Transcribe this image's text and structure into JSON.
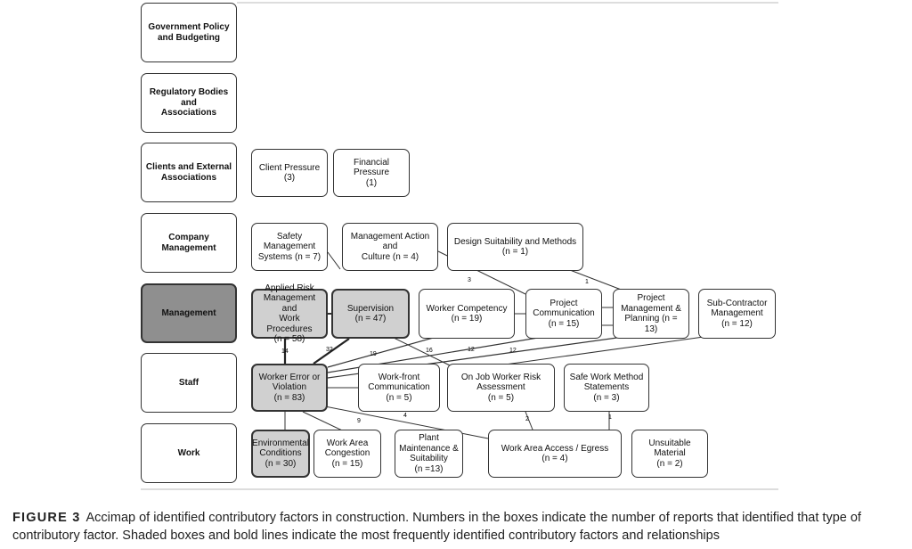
{
  "levels": [
    {
      "name": "Government Policy and Budgeting",
      "label": "Government Policy\nand Budgeting"
    },
    {
      "name": "Regulatory Bodies and Associations",
      "label": "Regulatory Bodies and\nAssociations"
    },
    {
      "name": "Clients and External Associations",
      "label": "Clients and External\nAssociations"
    },
    {
      "name": "Company Management",
      "label": "Company Management"
    },
    {
      "name": "Management",
      "label": "Management"
    },
    {
      "name": "Staff",
      "label": "Staff"
    },
    {
      "name": "Work",
      "label": "Work"
    }
  ],
  "factors": {
    "client_pressure": "Client Pressure\n(3)",
    "financial_pressure": "Financial Pressure\n(1)",
    "safety_management_systems": "Safety\nManagement\nSystems (n = 7)",
    "management_action_culture": "Management Action and\nCulture (n = 4)",
    "design_suitability": "Design Suitability and Methods\n(n = 1)",
    "applied_risk_management": "Applied Risk\nManagement and\nWork Procedures\n(n = 58)",
    "supervision": "Supervision\n(n = 47)",
    "worker_competency": "Worker Competency\n(n = 19)",
    "project_communication": "Project\nCommunication\n(n = 15)",
    "project_management_planning": "Project\nManagement &\nPlanning (n = 13)",
    "subcontractor_management": "Sub-Contractor\nManagement\n(n = 12)",
    "worker_error_violation": "Worker Error or\nViolation\n(n = 83)",
    "workfront_communication": "Work-front\nCommunication\n(n = 5)",
    "on_job_risk_assessment": "On Job Worker Risk\nAssessment\n(n = 5)",
    "safe_work_method_statements": "Safe Work Method\nStatements\n(n = 3)",
    "environmental_conditions": "Environmental\nConditions\n(n = 30)",
    "work_area_congestion": "Work Area\nCongestion\n(n = 15)",
    "plant_maintenance": "Plant\nMaintenance &\nSuitability\n(n =13)",
    "work_area_access": "Work Area Access / Egress\n(n = 4)",
    "unsuitable_material": "Unsuitable Material\n(n = 2)"
  },
  "link_labels": {
    "arm_to_wev": "14",
    "sup_to_wev": "32",
    "wc_to_wev": "19",
    "pc_to_wev": "16",
    "pmp_to_wev": "12",
    "sub_to_wev": "12",
    "wev_to_ea": "9",
    "wev_to_pma": "4",
    "ojra_to_waa": "2",
    "swms_to_waa": "1",
    "dsm_to_pmp": "1",
    "mac_to_pc": "3"
  },
  "caption": {
    "label": "FIGURE 3",
    "text": "Accimap of identified contributory factors in construction. Numbers in the boxes indicate the number of reports that identified that type of contributory factor. Shaded boxes and bold lines indicate the most frequently identified contributory factors and relationships"
  }
}
